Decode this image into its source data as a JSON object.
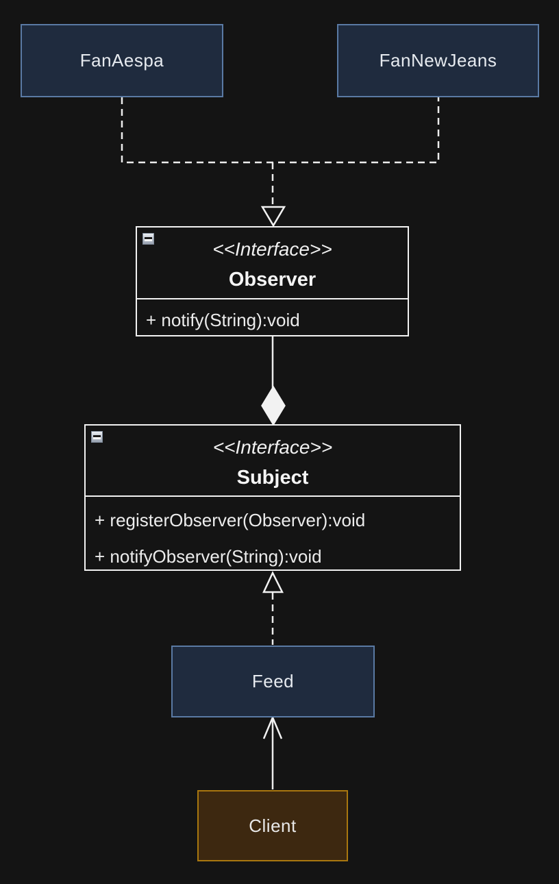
{
  "canvas": {
    "background": "#141414"
  },
  "colors": {
    "node_fill": "#1f2b3e",
    "node_border": "#5a7aa4",
    "client_fill": "#3d2810",
    "client_border": "#a9770f",
    "uml_border": "#f2f2f2",
    "edge_color": "#ececec",
    "text": "#e8e8e8"
  },
  "icons": {
    "collapse": "minus (collapse box button)"
  },
  "nodes": {
    "fan_aespa": {
      "label": "FanAespa"
    },
    "fan_newjeans": {
      "label": "FanNewJeans"
    },
    "observer": {
      "stereotype": "<<Interface>>",
      "name": "Observer",
      "methods": [
        "+ notify(String):void"
      ]
    },
    "subject": {
      "stereotype": "<<Interface>>",
      "name": "Subject",
      "methods": [
        "+ registerObserver(Observer):void",
        "+ notifyObserver(String):void"
      ]
    },
    "feed": {
      "label": "Feed"
    },
    "client": {
      "label": "Client"
    }
  },
  "edges": [
    {
      "from": "FanAespa",
      "to": "Observer",
      "type": "dashed line, hollow triangle arrow (realization)"
    },
    {
      "from": "FanNewJeans",
      "to": "Observer",
      "type": "dashed line, hollow triangle arrow (realization)"
    },
    {
      "from": "Observer",
      "to": "Subject",
      "type": "solid line, filled diamond at Subject (composition)"
    },
    {
      "from": "Feed",
      "to": "Subject",
      "type": "dashed line, hollow triangle arrow (realization)"
    },
    {
      "from": "Client",
      "to": "Feed",
      "type": "solid line, open arrowhead (association)"
    }
  ]
}
